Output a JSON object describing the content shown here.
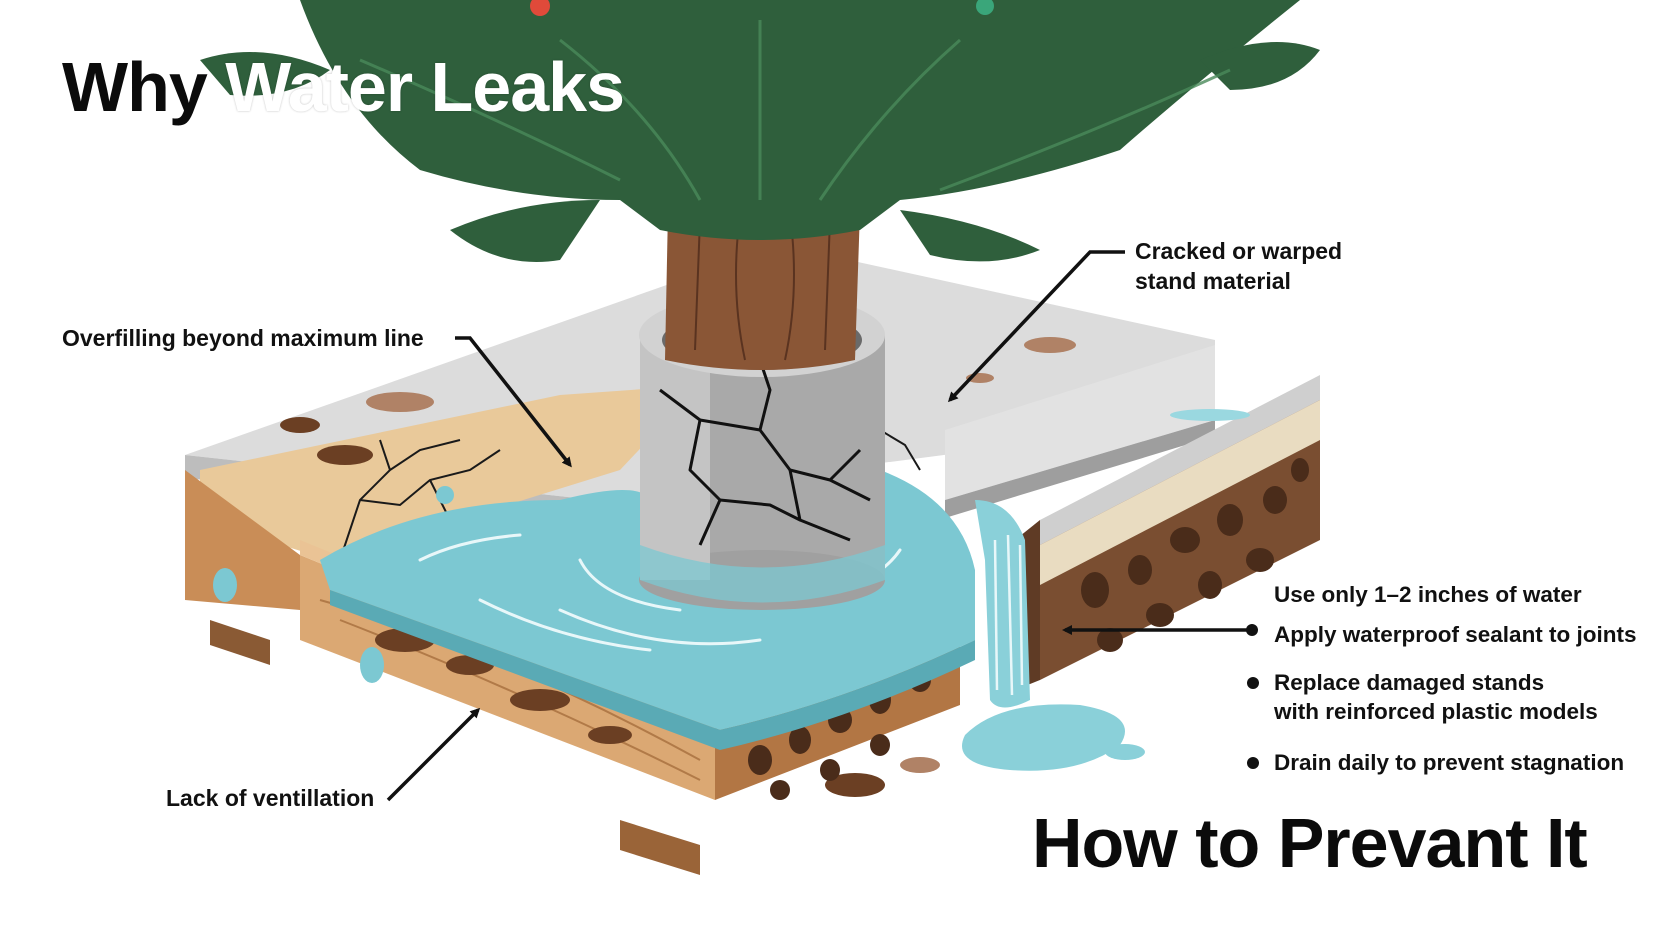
{
  "titles": {
    "why_word1": "Why",
    "why_word2": "Water Leaks",
    "prevent": "How to Prevant It"
  },
  "callouts": {
    "overfilling": "Overfilling beyond maximum line",
    "cracked_line1": "Cracked or warped",
    "cracked_line2": "stand material",
    "ventilation": "Lack of ventillation"
  },
  "tips": {
    "water": "Use only 1–2 inches of water",
    "sealant": "Apply waterproof sealant to joints",
    "replace_line1": "Replace damaged stands",
    "replace_line2": "with reinforced plastic models",
    "drain": "Drain daily to prevent stagnation"
  },
  "icons": [
    "christmas-tree-icon",
    "tree-stand-icon",
    "water-pool-icon",
    "arrow-icon"
  ],
  "colors": {
    "foliage": "#2f5f3c",
    "trunk": "#8a5636",
    "concrete": "#d7d7d7",
    "wood": "#dba873",
    "water": "#7cc8d2",
    "soil": "#7d5234"
  }
}
